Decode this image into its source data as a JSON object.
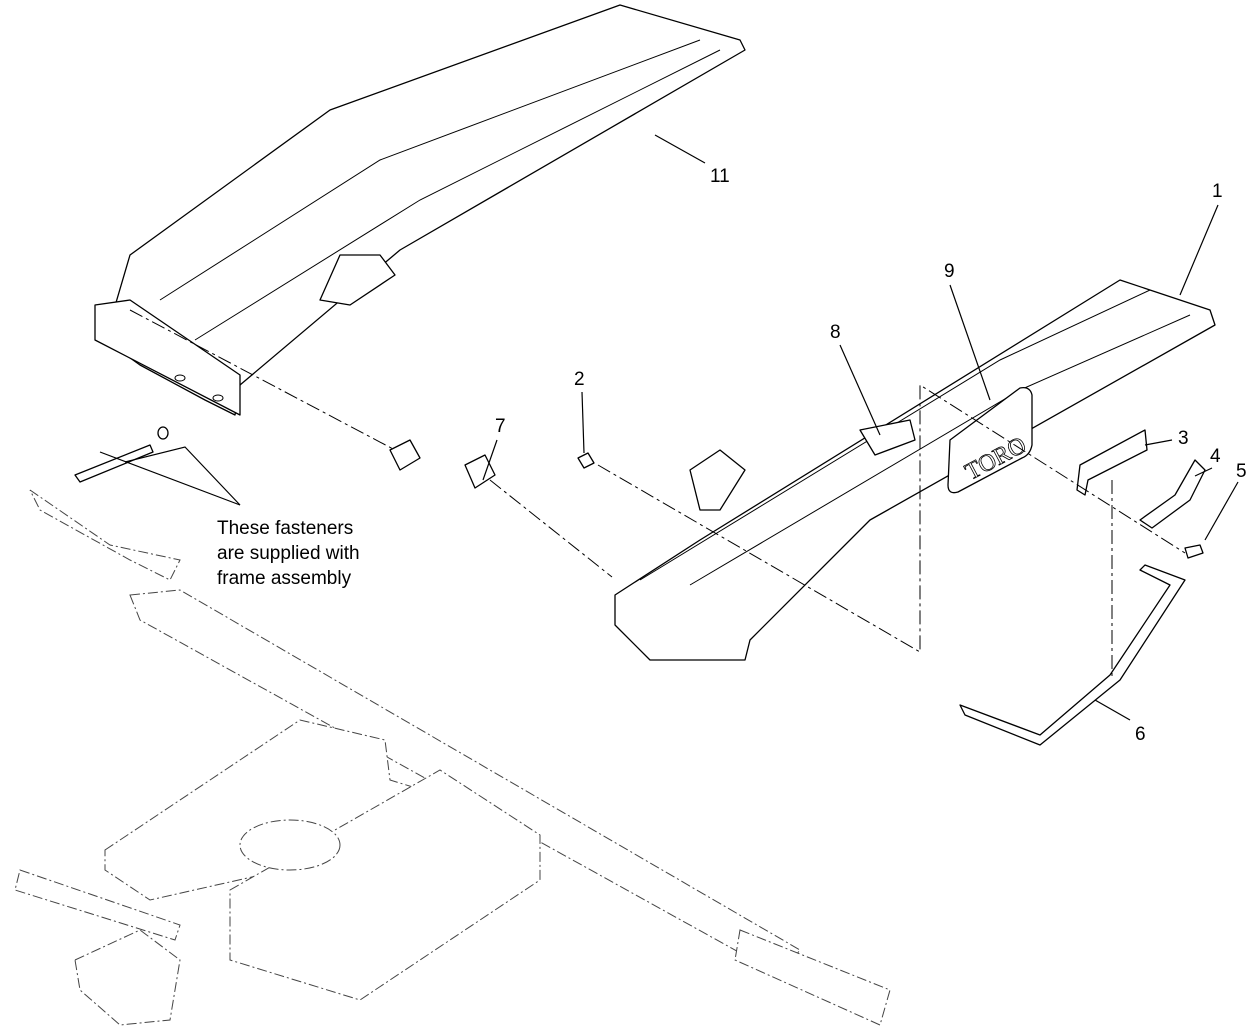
{
  "callouts": {
    "c1": "1",
    "c2": "2",
    "c3": "3",
    "c4": "4",
    "c5": "5",
    "c6": "6",
    "c7": "7",
    "c8": "8",
    "c9": "9",
    "c11": "11"
  },
  "note": {
    "line1": "These fasteners",
    "line2": "are supplied with",
    "line3": "frame assembly"
  },
  "decal_logo": "TORO"
}
